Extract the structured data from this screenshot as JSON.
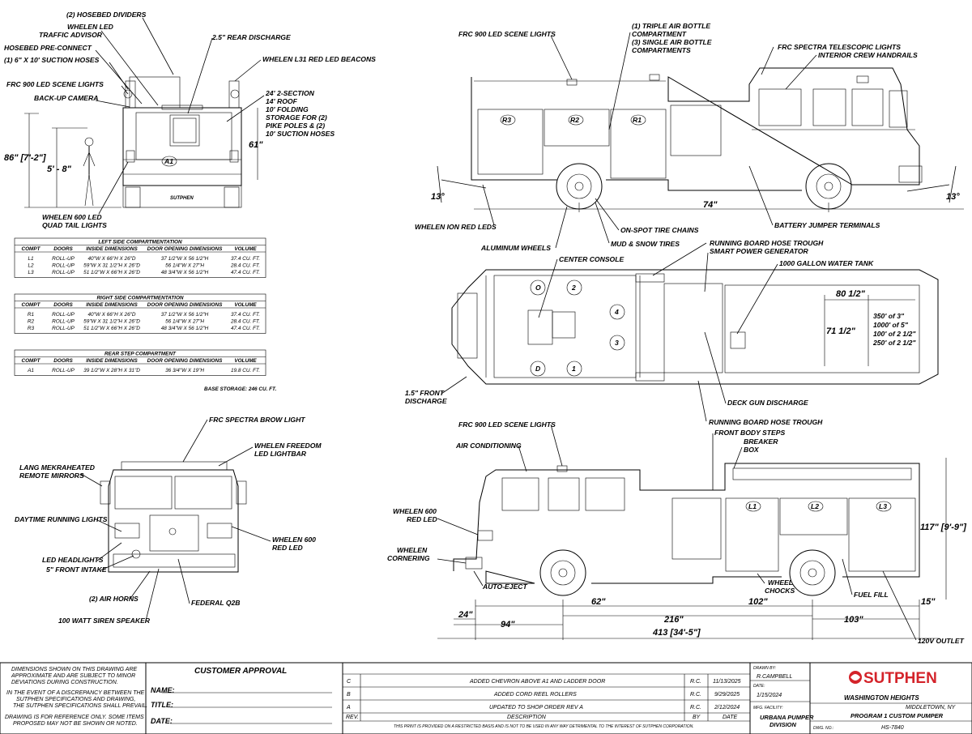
{
  "rear_view": {
    "callouts": {
      "hosebed_dividers": "(2) HOSEBED DIVIDERS",
      "whelen_traffic_1": "WHELEN LED",
      "whelen_traffic_2": "TRAFFIC ADVISOR",
      "hosebed_preconnect": "HOSEBED PRE-CONNECT",
      "suction_hoses": "(1) 6\" X 10' SUCTION HOSES",
      "frc_scene": "FRC 900 LED SCENE LIGHTS",
      "backup_camera": "BACK-UP CAMERA",
      "rear_discharge": "2.5\" REAR DISCHARGE",
      "whelen_beacons": "WHELEN L31 RED LED BEACONS",
      "ladder_1": "24' 2-SECTION",
      "ladder_2": "14' ROOF",
      "ladder_3": "10' FOLDING",
      "ladder_4": "STORAGE FOR (2)",
      "ladder_5": "PIKE POLES & (2)",
      "ladder_6": "10' SUCTION HOSES",
      "tail_1": "WHELEN 600 LED",
      "tail_2": "QUAD TAIL LIGHTS"
    },
    "dims": {
      "overall_height": "86\" [7'-2\"]",
      "person_height": "5' - 8\"",
      "step_height": "61\""
    },
    "compartment_tag": "A1",
    "brand_badge": "SUTPHEN"
  },
  "compartment_tables": [
    {
      "title": "LEFT SIDE COMPARTMENTATION",
      "headers": [
        "COMPT",
        "DOORS",
        "INSIDE DIMENSIONS",
        "DOOR OPENING DIMENSIONS",
        "VOLUME"
      ],
      "rows": [
        [
          "L1",
          "ROLL-UP",
          "40\"W X 66\"H X 26\"D",
          "37 1/2\"W X 56 1/2\"H",
          "37.4 CU. FT."
        ],
        [
          "L2",
          "ROLL-UP",
          "59\"W X 31 1/2\"H X 26\"D",
          "56 1/4\"W X 27\"H",
          "28.4 CU. FT."
        ],
        [
          "L3",
          "ROLL-UP",
          "51 1/2\"W X 66\"H X 26\"D",
          "48 3/4\"W X 56 1/2\"H",
          "47.4 CU. FT."
        ]
      ]
    },
    {
      "title": "RIGHT SIDE COMPARTMENTATION",
      "headers": [
        "COMPT",
        "DOORS",
        "INSIDE DIMENSIONS",
        "DOOR OPENING DIMENSIONS",
        "VOLUME"
      ],
      "rows": [
        [
          "R1",
          "ROLL-UP",
          "40\"W X 66\"H X 26\"D",
          "37 1/2\"W X 56 1/2\"H",
          "37.4 CU. FT."
        ],
        [
          "R2",
          "ROLL-UP",
          "59\"W X 31 1/2\"H X 26\"D",
          "56 1/4\"W X 27\"H",
          "28.4 CU. FT."
        ],
        [
          "R3",
          "ROLL-UP",
          "51 1/2\"W X 66\"H X 26\"D",
          "48 3/4\"W X 56 1/2\"H",
          "47.4 CU. FT."
        ]
      ]
    },
    {
      "title": "REAR STEP COMPARTMENT",
      "headers": [
        "COMPT",
        "DOORS",
        "INSIDE DIMENSIONS",
        "DOOR OPENING DIMENSIONS",
        "VOLUME"
      ],
      "rows": [
        [
          "A1",
          "ROLL-UP",
          "39 1/2\"W X 28\"H X 31\"D",
          "36 3/4\"W X 19\"H",
          "19.8 CU. FT."
        ]
      ]
    }
  ],
  "base_storage": "BASE STORAGE: 246 CU. FT.",
  "right_side_view": {
    "callouts": {
      "frc_scene": "FRC 900 LED SCENE LIGHTS",
      "air_bottle_1": "(1) TRIPLE AIR BOTTLE",
      "air_bottle_2": "COMPARTMENT",
      "air_bottle_3": "(3) SINGLE AIR BOTTLE",
      "air_bottle_4": "COMPARTMENTS",
      "frc_spectra": "FRC SPECTRA TELESCOPIC LIGHTS",
      "handrails": "INTERIOR CREW HANDRAILS",
      "ion_leds": "WHELEN ION RED LEDS",
      "tire_chains": "ON-SPOT TIRE CHAINS",
      "battery": "BATTERY JUMPER TERMINALS",
      "aluminum_wheels": "ALUMINUM WHEELS",
      "mud_tires": "MUD & SNOW TIRES"
    },
    "compartment_tags": [
      "R3",
      "R2",
      "R1"
    ],
    "dims": {
      "angle_rear": "13°",
      "angle_front": "13°",
      "wheelbase_front": "74\""
    }
  },
  "top_view": {
    "callouts": {
      "center_console": "CENTER CONSOLE",
      "hose_trough": "RUNNING BOARD HOSE TROUGH",
      "smart_power": "SMART POWER GENERATOR",
      "water_tank": "1000 GALLON WATER TANK",
      "front_discharge_1": "1.5\" FRONT",
      "front_discharge_2": "DISCHARGE",
      "deck_gun": "DECK GUN DISCHARGE",
      "hose_trough_2": "RUNNING BOARD HOSE TROUGH"
    },
    "seat_labels": [
      "O",
      "2",
      "4",
      "3",
      "D",
      "1"
    ],
    "dims": {
      "bed_width": "80 1/2\"",
      "bed_length": "71 1/2\""
    },
    "hose_load": [
      "350' of 3\"",
      "1000' of 5\"",
      "100' of 2 1/2\"",
      "250' of 2 1/2\""
    ]
  },
  "front_view": {
    "callouts": {
      "brow_light": "FRC SPECTRA BROW LIGHT",
      "lightbar_1": "WHELEN FREEDOM",
      "lightbar_2": "LED LIGHTBAR",
      "mirrors_1": "LANG MEKRAHEATED",
      "mirrors_2": "REMOTE MIRRORS",
      "drl": "DAYTIME RUNNING LIGHTS",
      "red_led_1": "WHELEN 600",
      "red_led_2": "RED LED",
      "headlights": "LED HEADLIGHTS",
      "intake": "5\" FRONT INTAKE",
      "air_horns": "(2) AIR HORNS",
      "q2b": "FEDERAL Q2B",
      "siren": "100 WATT SIREN SPEAKER"
    }
  },
  "left_side_view": {
    "callouts": {
      "frc_scene": "FRC 900 LED SCENE LIGHTS",
      "air_cond": "AIR CONDITIONING",
      "front_steps": "FRONT BODY STEPS",
      "breaker_1": "BREAKER",
      "breaker_2": "BOX",
      "red_led_1": "WHELEN 600",
      "red_led_2": "RED LED",
      "cornering_1": "WHELEN",
      "cornering_2": "CORNERING",
      "auto_eject": "AUTO-EJECT",
      "chocks_1": "WHEEL",
      "chocks_2": "CHOCKS",
      "fuel_fill": "FUEL FILL",
      "outlet": "120V OUTLET"
    },
    "compartment_tags": [
      "L1",
      "L2",
      "L3"
    ],
    "dims": {
      "d62": "62\"",
      "d102": "102\"",
      "d15": "15\"",
      "d24": "24\"",
      "d94": "94\"",
      "d216": "216\"",
      "d103": "103\"",
      "overall_length": "413 [34'-5\"]",
      "overall_height": "117\" [9'-9\"]"
    }
  },
  "title_block": {
    "notes": [
      "DIMENSIONS SHOWN ON THIS DRAWING ARE",
      "APPROXIMATE AND ARE SUBJECT TO MINOR",
      "DEVIATIONS DURING CONSTRUCTION.",
      "IN THE EVENT OF A DISCREPANCY BETWEEN THE",
      "SUTPHEN SPECIFICATIONS AND DRAWING,",
      "THE SUTPHEN SPECIFICATIONS SHALL PREVAIL.",
      "DRAWING IS FOR REFERENCE ONLY. SOME ITEMS",
      "PROPOSED MAY NOT BE SHOWN OR NOTED."
    ],
    "approval_title": "CUSTOMER APPROVAL",
    "approval_fields": [
      "NAME:",
      "TITLE:",
      "DATE:"
    ],
    "revisions": [
      {
        "rev": "C",
        "desc": "ADDED CHEVRON ABOVE A1 AND LADDER DOOR",
        "by": "R.C.",
        "date": "11/13/2025"
      },
      {
        "rev": "B",
        "desc": "ADDED CORD REEL ROLLERS",
        "by": "R.C.",
        "date": "9/29/2025"
      },
      {
        "rev": "A",
        "desc": "UPDATED TO SHOP ORDER REV A",
        "by": "R.C.",
        "date": "2/12/2024"
      }
    ],
    "rev_headers": {
      "rev": "REV.",
      "desc": "DESCRIPTION",
      "by": "BY",
      "date": "DATE"
    },
    "disclaimer": "THIS PRINT IS PROVIDED ON A RESTRICTED BASIS AND IS NOT TO BE USED IN ANY WAY DETRIMENTAL TO THE INTEREST OF SUTPHEN CORPORATION.",
    "drawn_by_label": "DRAWN BY:",
    "drawn_by": "R.CAMPBELL",
    "date_label": "DATE:",
    "date": "1/15/2024",
    "facility_label": "MFG. FACILITY:",
    "facility_1": "URBANA PUMPER",
    "facility_2": "DIVISION",
    "logo": "SUTPHEN",
    "customer": "WASHINGTON HEIGHTS",
    "location": "MIDDLETOWN, NY",
    "program": "PROGRAM 1 CUSTOM PUMPER",
    "dwg_label": "DWG. NO.:",
    "dwg_no": "HS-7840",
    "brand_red": "#d4232a"
  }
}
